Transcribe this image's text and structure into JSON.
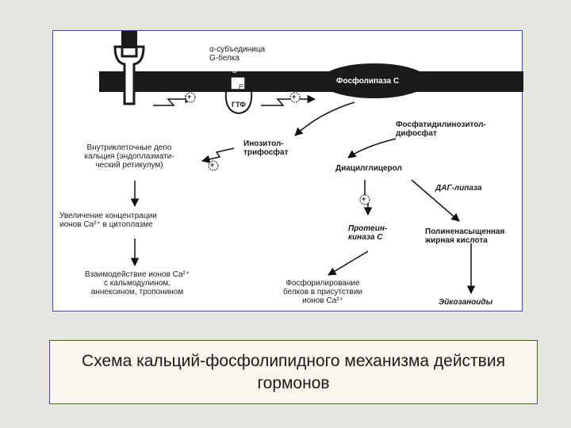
{
  "diagram": {
    "alpha_subunit": "α-субъединица\nG-белка",
    "phospholipase": "Фосфолипаза С",
    "alpha_p": "α",
    "p_label": "P",
    "gtp": "ГТФ",
    "plus": "+",
    "pip2": "Фосфатидилинозитол-\nдифосфат",
    "ip3": "Инозитол-\nтрифосфат",
    "depot": "Внутриклеточные депо\nкальция (эндоплазмати-\nческий ретикулум)",
    "dag": "Диацилглицерол",
    "dag_lipase": "ДАГ-липаза",
    "increase": "Увеличение концентрации\nионов Ca²⁺ в цитоплазме",
    "protein_kinase": "Протеин-\nкиназа С",
    "pufa": "Полиненасыщенная\nжирная кислота",
    "interaction": "Взаимодействие ионов Ca²⁺\nс кальмодулином,\nаннексином, тропонином",
    "phosphorylation": "Фосфорилирование\nбелков в присутствии\nионов Ca²⁺",
    "eicosanoids": "Эйкозаноиды"
  },
  "caption": "Схема кальций-фосфолипидного механизма действия гормонов"
}
